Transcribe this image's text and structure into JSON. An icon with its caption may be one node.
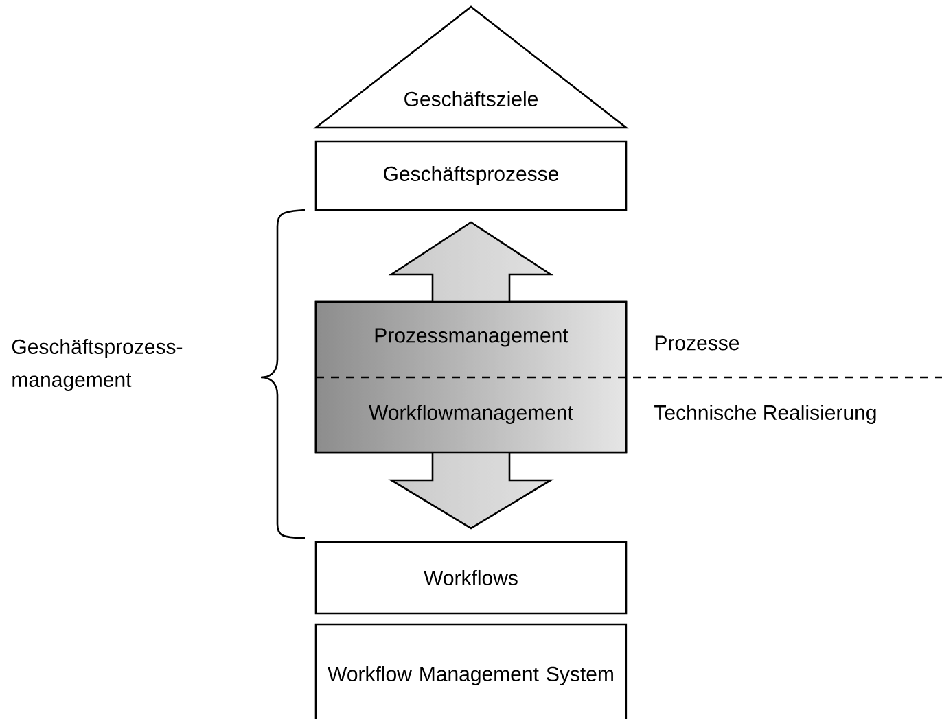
{
  "diagram": {
    "nodes": [
      {
        "text": [
          "Geschäftsziele"
        ]
      },
      {
        "text": [
          "Geschäftsprozesse"
        ]
      },
      {
        "text": [
          "Prozessmanagement",
          "Workflowmanagement"
        ]
      },
      {
        "text": [
          "Workflows"
        ]
      },
      {
        "text": [
          "Workflow Management System"
        ]
      }
    ],
    "labels": [
      "Geschäftsprozess-management",
      "Prozesse",
      "Technische Realisierung"
    ]
  }
}
